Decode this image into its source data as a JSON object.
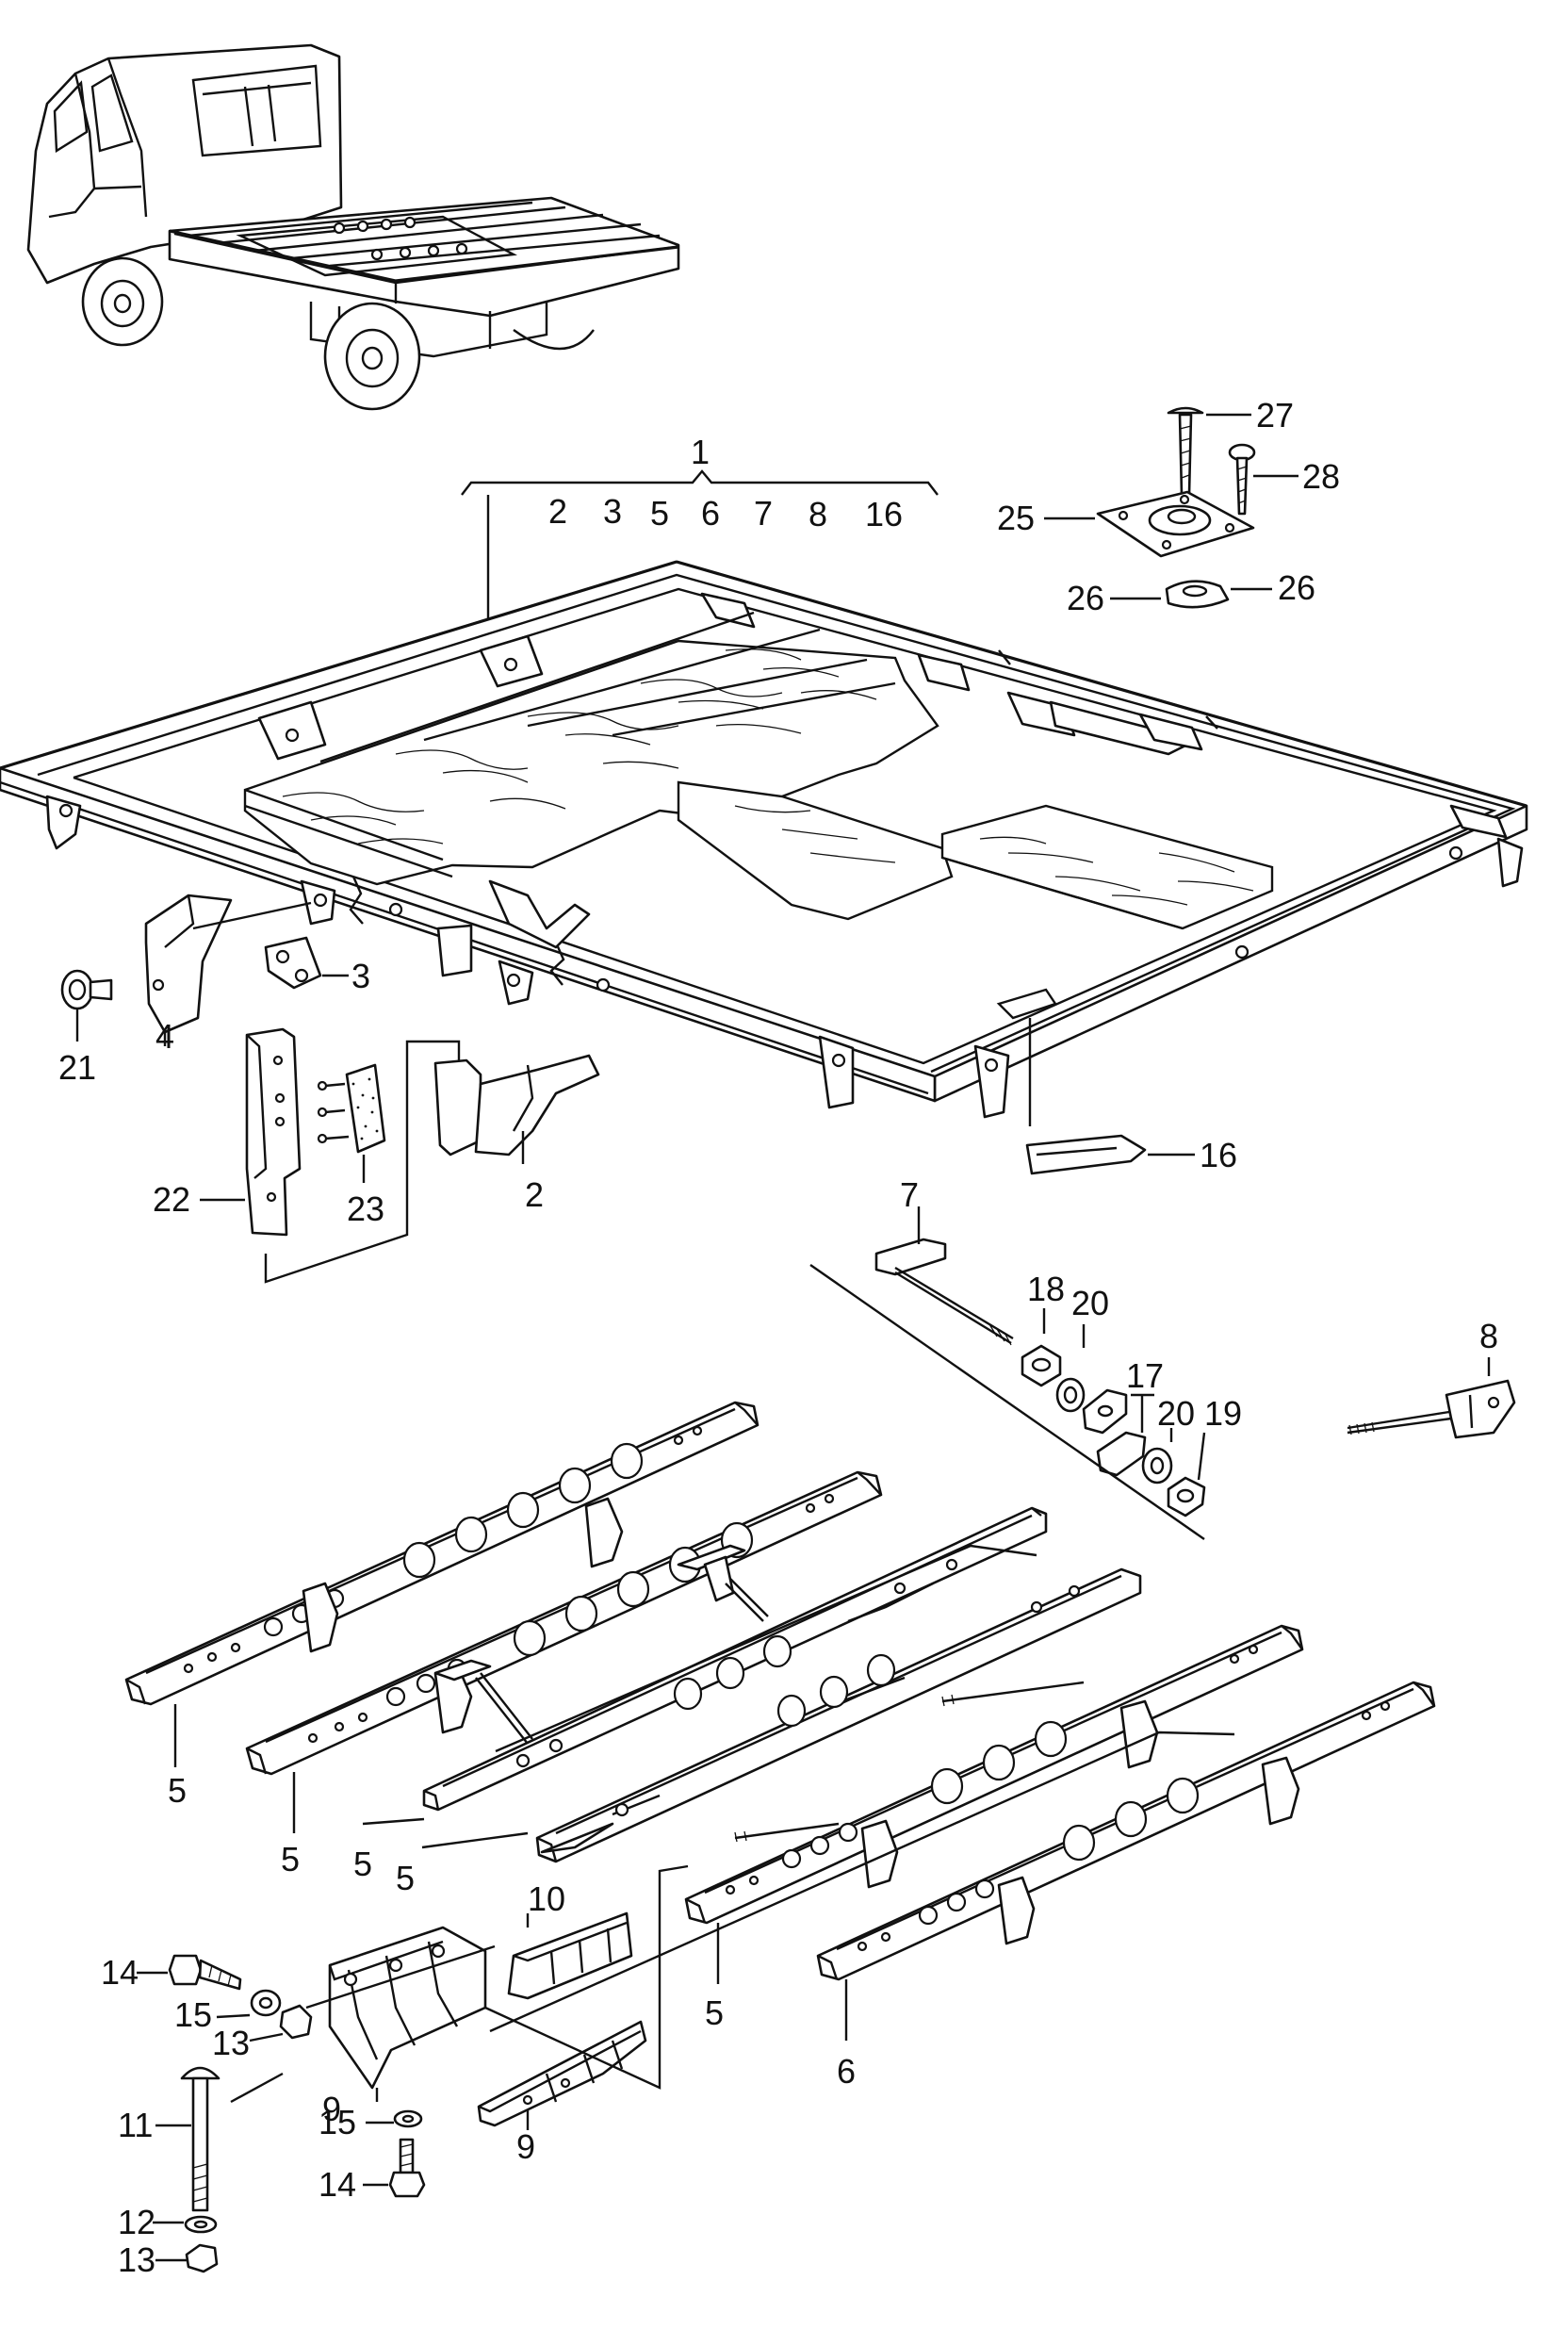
{
  "callouts": [
    {
      "n": "1"
    },
    {
      "n": "2"
    },
    {
      "n": "3"
    },
    {
      "n": "5"
    },
    {
      "n": "6"
    },
    {
      "n": "7"
    },
    {
      "n": "8"
    },
    {
      "n": "16"
    },
    {
      "n": "27"
    },
    {
      "n": "28"
    },
    {
      "n": "25"
    },
    {
      "n": "26"
    },
    {
      "n": "26"
    },
    {
      "n": "3"
    },
    {
      "n": "4"
    },
    {
      "n": "21"
    },
    {
      "n": "22"
    },
    {
      "n": "23"
    },
    {
      "n": "2"
    },
    {
      "n": "16"
    },
    {
      "n": "7"
    },
    {
      "n": "18"
    },
    {
      "n": "20"
    },
    {
      "n": "17"
    },
    {
      "n": "20"
    },
    {
      "n": "19"
    },
    {
      "n": "8"
    },
    {
      "n": "5"
    },
    {
      "n": "5"
    },
    {
      "n": "5"
    },
    {
      "n": "5"
    },
    {
      "n": "5"
    },
    {
      "n": "6"
    },
    {
      "n": "10"
    },
    {
      "n": "14"
    },
    {
      "n": "15"
    },
    {
      "n": "13"
    },
    {
      "n": "9"
    },
    {
      "n": "9"
    },
    {
      "n": "11"
    },
    {
      "n": "15"
    },
    {
      "n": "14"
    },
    {
      "n": "12"
    },
    {
      "n": "13"
    }
  ],
  "colors": {
    "line": "#111111",
    "background": "#ffffff"
  }
}
